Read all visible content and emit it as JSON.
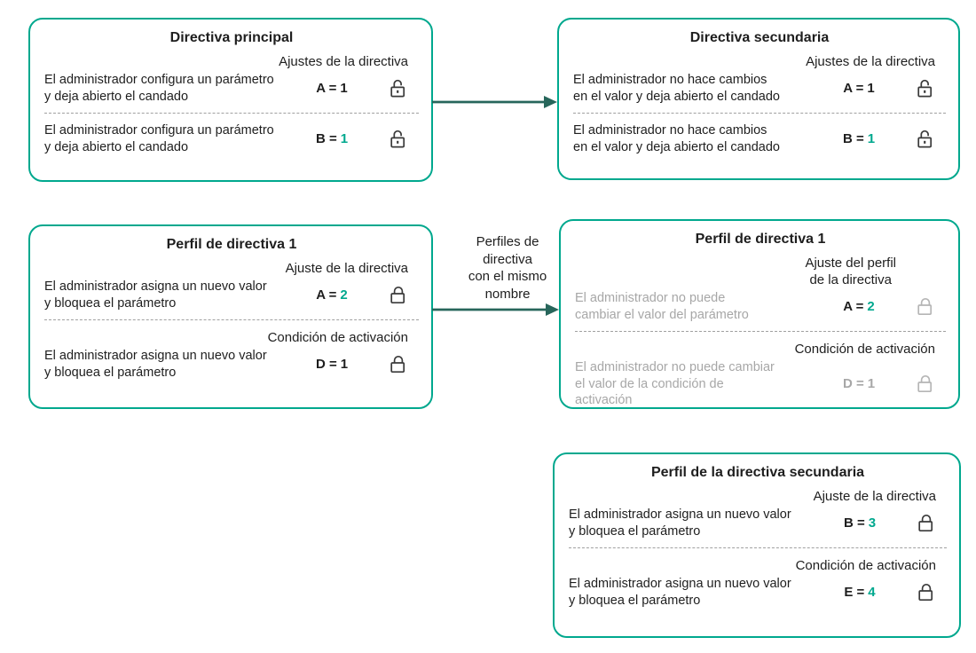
{
  "palette": {
    "box_border": "#00A88E",
    "value_accent": "#00A88E",
    "arrow": "#27665B",
    "text": "#1E1E1E",
    "muted_text": "#A7A7A7",
    "lock_dark": "#3A3A3A",
    "lock_gray": "#B5B5B5",
    "divider": "#A0A0A0",
    "background": "#FFFFFF"
  },
  "connector_label": "Perfiles de\ndirectiva\ncon el mismo\nnombre",
  "boxes": {
    "main_policy": {
      "title": "Directiva principal",
      "rows": [
        {
          "label": "Ajustes de la directiva",
          "text": "El administrador configura un parámetro\ny deja abierto el candado",
          "param": "A =",
          "value": "1",
          "param_color": "black",
          "value_color": "black",
          "text_color": "normal",
          "lock": "open",
          "lock_color": "dark"
        },
        {
          "text": "El administrador configura un parámetro\ny deja abierto el candado",
          "param": "B =",
          "value": "1",
          "param_color": "black",
          "value_color": "teal",
          "text_color": "normal",
          "lock": "open",
          "lock_color": "dark"
        }
      ]
    },
    "secondary_policy": {
      "title": "Directiva secundaria",
      "rows": [
        {
          "label": "Ajustes de la directiva",
          "text": "El administrador no hace cambios\nen el valor y deja abierto el candado",
          "param": "A =",
          "value": "1",
          "param_color": "black",
          "value_color": "black",
          "text_color": "normal",
          "lock": "open",
          "lock_color": "dark"
        },
        {
          "text": "El administrador no hace cambios\nen el valor y deja abierto el candado",
          "param": "B =",
          "value": "1",
          "param_color": "black",
          "value_color": "teal",
          "text_color": "normal",
          "lock": "open",
          "lock_color": "dark"
        }
      ]
    },
    "policy_profile_1": {
      "title": "Perfil de directiva 1",
      "rows": [
        {
          "label": "Ajuste de la directiva",
          "text": "El administrador asigna un nuevo valor\ny bloquea el parámetro",
          "param": "A =",
          "value": "2",
          "param_color": "black",
          "value_color": "teal",
          "text_color": "normal",
          "lock": "closed",
          "lock_color": "dark"
        },
        {
          "label": "Condición de activación",
          "text": "El administrador asigna un nuevo valor\ny bloquea el parámetro",
          "param": "D =",
          "value": "1",
          "param_color": "black",
          "value_color": "black",
          "text_color": "normal",
          "lock": "closed",
          "lock_color": "dark"
        }
      ]
    },
    "policy_profile_1_secondary": {
      "title": "Perfil de directiva 1",
      "rows": [
        {
          "label": "Ajuste del perfil\nde la directiva",
          "text": "El administrador no puede\ncambiar el valor del parámetro",
          "param": "A =",
          "value": "2",
          "param_color": "black",
          "value_color": "teal",
          "text_color": "muted",
          "lock": "closed",
          "lock_color": "gray"
        },
        {
          "label": "Condición de activación",
          "text": "El administrador no puede cambiar\nel valor de la condición de\nactivación",
          "param": "D =",
          "value": "1",
          "param_color": "gray",
          "value_color": "gray",
          "text_color": "muted",
          "lock": "closed",
          "lock_color": "gray"
        }
      ]
    },
    "secondary_policy_profile": {
      "title": "Perfil de la directiva secundaria",
      "rows": [
        {
          "label": "Ajuste de la directiva",
          "text": "El administrador asigna un nuevo valor\ny bloquea el parámetro",
          "param": "B =",
          "value": "3",
          "param_color": "black",
          "value_color": "teal",
          "text_color": "normal",
          "lock": "closed",
          "lock_color": "dark"
        },
        {
          "label": "Condición de activación",
          "text": "El administrador asigna un nuevo valor\ny bloquea el parámetro",
          "param": "E =",
          "value": "4",
          "param_color": "black",
          "value_color": "teal",
          "text_color": "normal",
          "lock": "closed",
          "lock_color": "dark"
        }
      ]
    }
  }
}
